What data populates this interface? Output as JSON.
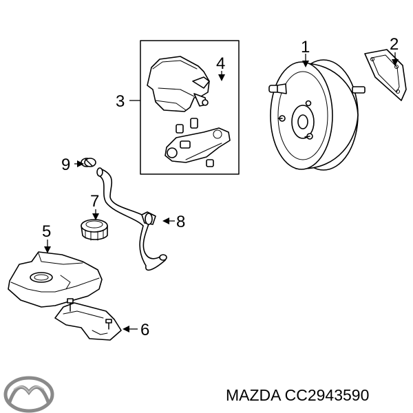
{
  "callouts": {
    "c1": "1",
    "c2": "2",
    "c3": "3",
    "c4": "4",
    "c5": "5",
    "c6": "6",
    "c7": "7",
    "c8": "8",
    "c9": "9"
  },
  "footer": {
    "part_number": "MAZDA CC2943590"
  },
  "icons": {
    "brand_logo": "mazda-logo-icon"
  }
}
